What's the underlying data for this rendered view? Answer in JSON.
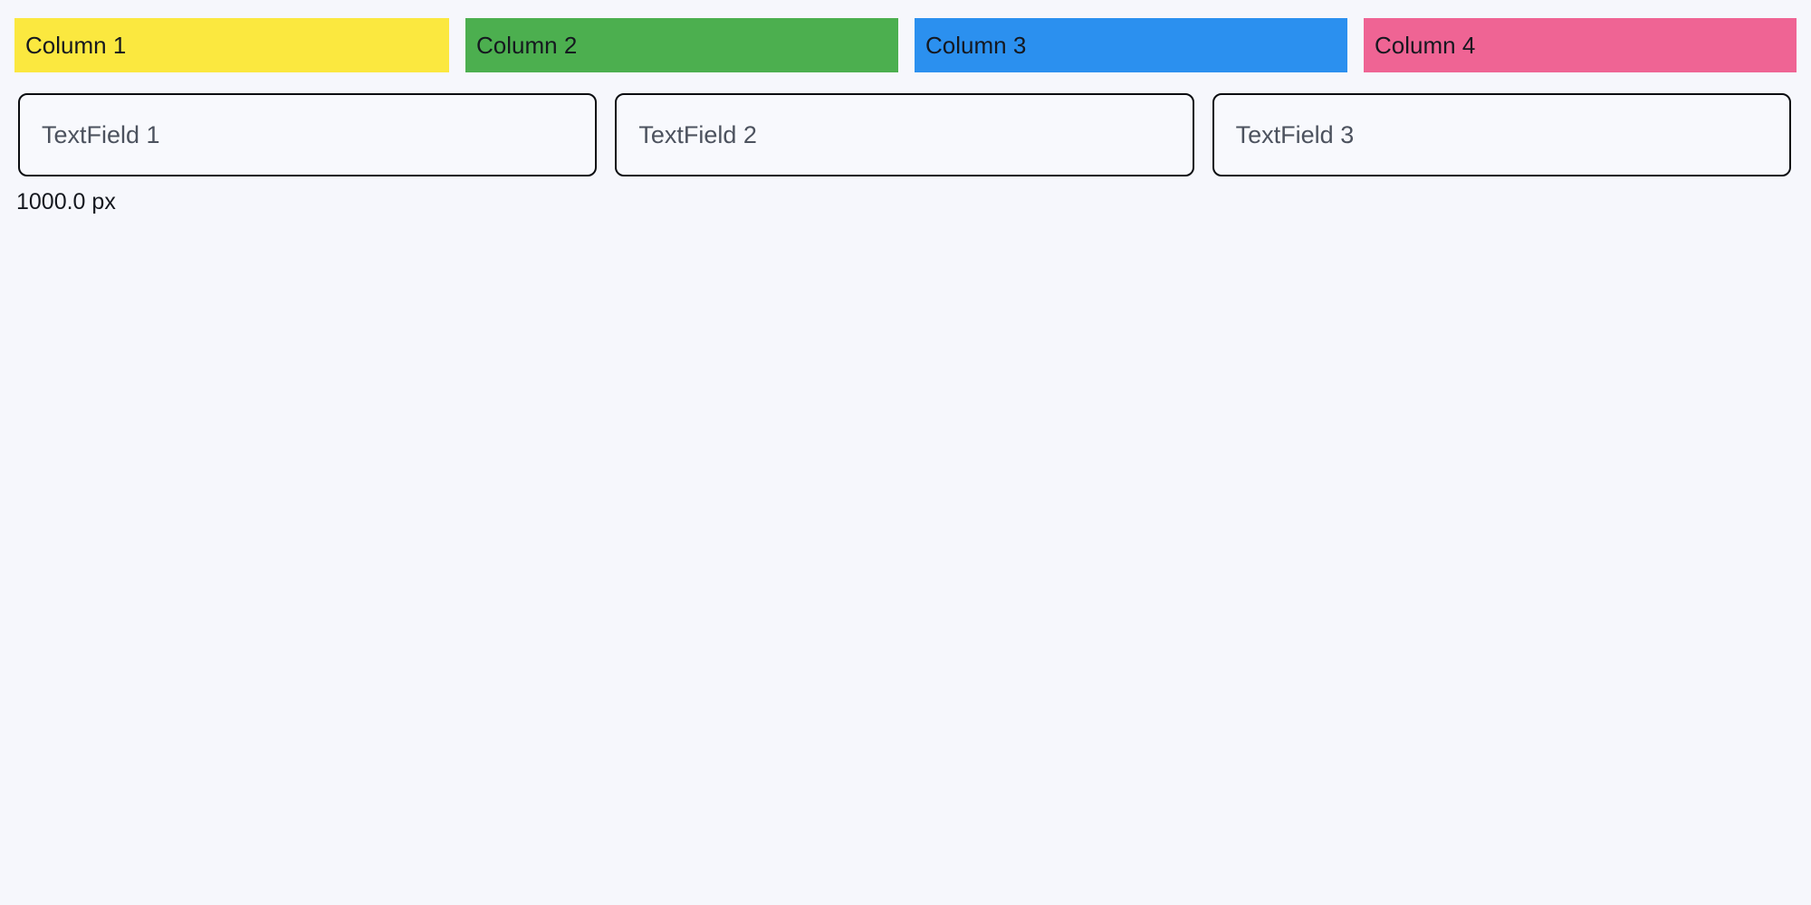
{
  "page": {
    "background_color": "#f6f7fc"
  },
  "columns": {
    "items": [
      {
        "label": "Column 1",
        "color": "#fbe83f",
        "text_color": "#15181f"
      },
      {
        "label": "Column 2",
        "color": "#4caf4f",
        "text_color": "#15181f"
      },
      {
        "label": "Column 3",
        "color": "#2b90ef",
        "text_color": "#15181f"
      },
      {
        "label": "Column 4",
        "color": "#ef6494",
        "text_color": "#15181f"
      }
    ]
  },
  "textfields": {
    "items": [
      {
        "value": "",
        "placeholder": "TextField 1"
      },
      {
        "value": "",
        "placeholder": "TextField 2"
      },
      {
        "value": "",
        "placeholder": "TextField 3"
      }
    ],
    "border_color": "#0a0c10",
    "placeholder_color": "#4c525e"
  },
  "status": {
    "measurement": "1000.0 px"
  }
}
